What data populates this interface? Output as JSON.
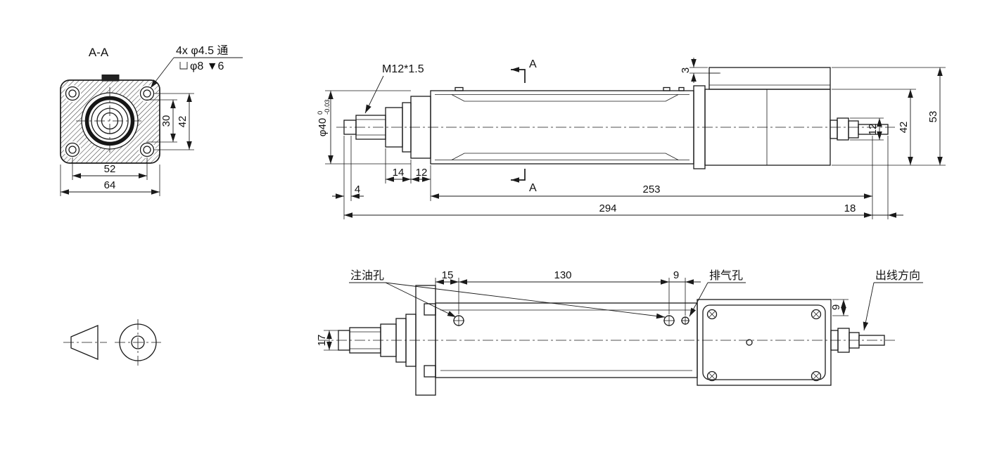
{
  "colors": {
    "line": "#1a1a1a",
    "background": "#ffffff"
  },
  "section": {
    "title": "A-A",
    "hole_note": "4x  φ4.5 通",
    "counterbore_note": "φ8 ▼6",
    "dim_width_inner": "30",
    "dim_height_holes": "42",
    "dim_width_holes": "52",
    "dim_width_outer": "64"
  },
  "side": {
    "thread_label": "M12*1.5",
    "section_arrow_top": "A",
    "section_arrow_bottom": "A",
    "dim_rod_dia": "φ40",
    "dim_rod_dia_tol_upper": "0",
    "dim_rod_dia_tol_lower": "-0.03",
    "dim_offset_3": "3",
    "dim_14": "14",
    "dim_12": "12",
    "dim_4": "4",
    "dim_253": "253",
    "dim_294": "294",
    "dim_18": "18",
    "dim_connector_12": "12",
    "dim_body_42": "42",
    "dim_total_53": "53"
  },
  "top": {
    "label_oil_hole": "注油孔",
    "label_exhaust_hole": "排气孔",
    "label_cable_direction": "出线方向",
    "dim_15": "15",
    "dim_130": "130",
    "dim_9": "9",
    "dim_rod_17": "17",
    "dim_box_9": "9"
  }
}
